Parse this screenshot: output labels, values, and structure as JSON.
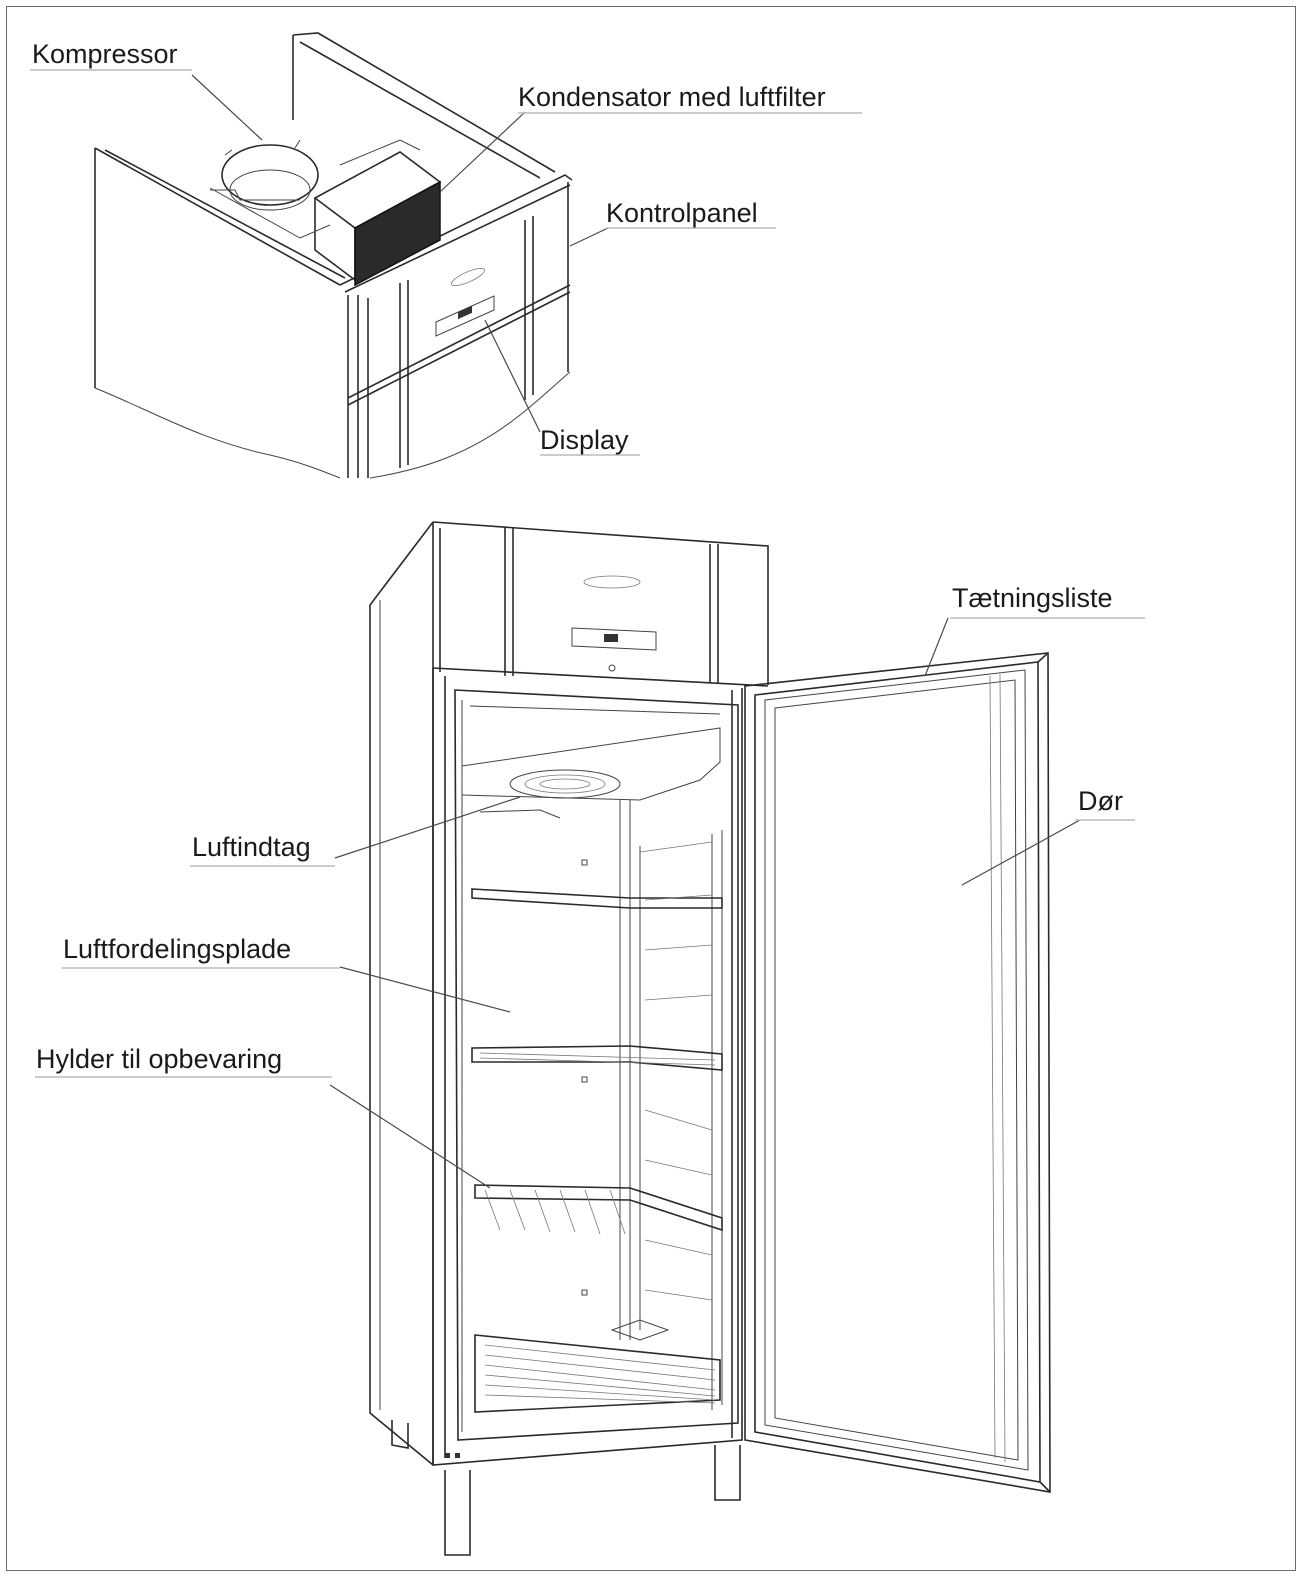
{
  "labels": {
    "kompressor": "Kompressor",
    "kondensator": "Kondensator med luftfilter",
    "kontrolpanel": "Kontrolpanel",
    "display": "Display",
    "taetningsliste": "Tætningsliste",
    "dor": "Dør",
    "luftindtag": "Luftindtag",
    "luftfordelingsplade": "Luftfordelingsplade",
    "hylder": "Hylder til opbevaring"
  }
}
